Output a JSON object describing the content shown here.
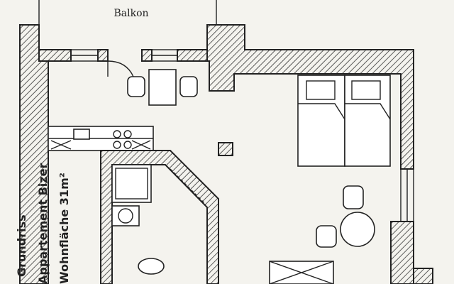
{
  "plan": {
    "balcony_label": "Balkon",
    "title_lines": [
      "Grundriss",
      "Appartement Bizer",
      "Wohnfläche 31m²"
    ]
  },
  "colors": {
    "paper": "#f4f3ee",
    "ink": "#222222",
    "hatch": "#333333"
  }
}
